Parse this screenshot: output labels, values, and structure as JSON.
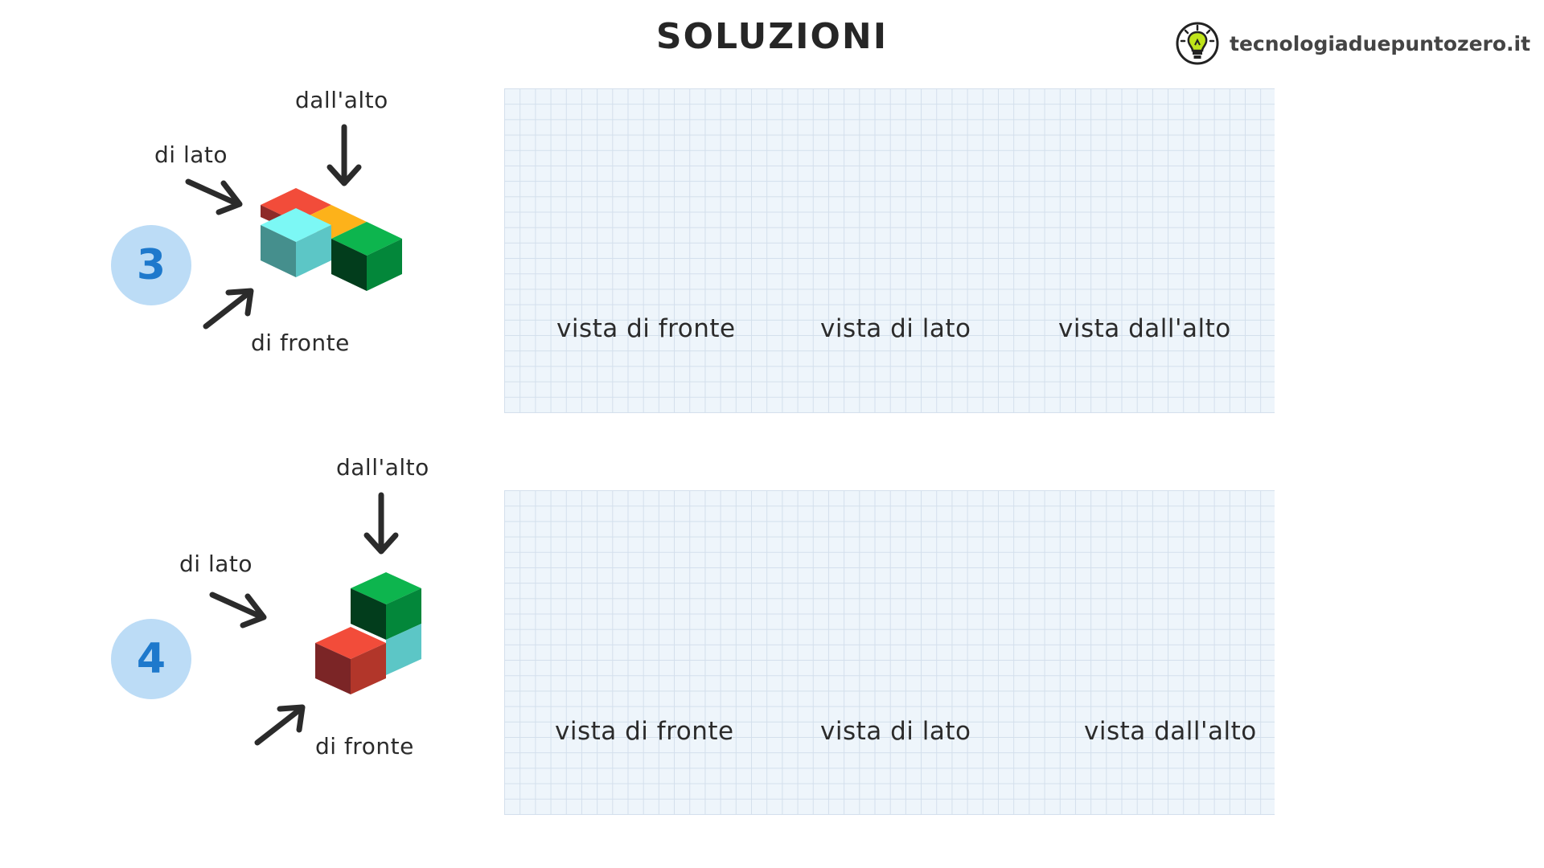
{
  "title": "SOLUZIONI",
  "brand": {
    "text": "tecnologiaduepuntozero.it",
    "icon": "lightbulb-icon"
  },
  "exercises": [
    {
      "number": "3",
      "labels": {
        "top": "dall'alto",
        "side": "di lato",
        "front": "di fronte"
      },
      "views": [
        "vista di fronte",
        "vista di lato",
        "vista dall'alto"
      ]
    },
    {
      "number": "4",
      "labels": {
        "top": "dall'alto",
        "side": "di lato",
        "front": "di fronte"
      },
      "views": [
        "vista di fronte",
        "vista di lato",
        "vista dall'alto"
      ]
    }
  ],
  "colors": {
    "badge_bg": "#bcdcf6",
    "badge_text": "#1e79cc",
    "grid_bg": "#eef5fb",
    "grid_line": "#d3dfec",
    "arrow": "#2b2b2b"
  }
}
